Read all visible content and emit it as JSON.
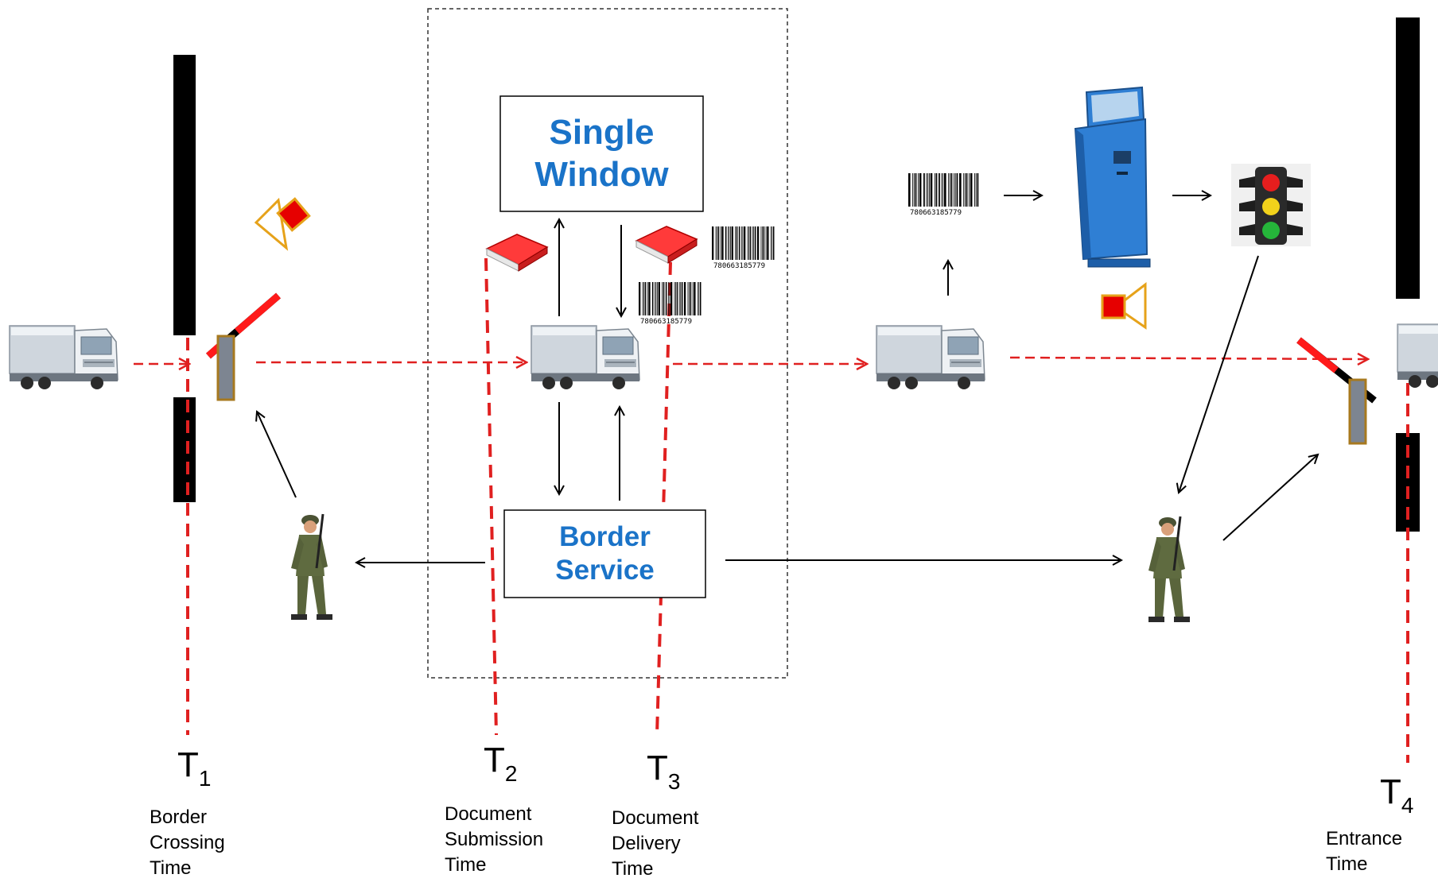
{
  "boxes": {
    "single_window": "Single\nWindow",
    "border_service": "Border\nService"
  },
  "times": [
    {
      "letter": "T",
      "sub": "1",
      "caption": "Border\nCrossing\nTime"
    },
    {
      "letter": "T",
      "sub": "2",
      "caption": "Document\nSubmission\nTime"
    },
    {
      "letter": "T",
      "sub": "3",
      "caption": "Document\nDelivery\nTime"
    },
    {
      "letter": "T",
      "sub": "4",
      "caption": "Entrance\nTime"
    }
  ],
  "barcode_text": "780663185779",
  "icons": [
    "truck-icon",
    "barrier-icon",
    "soldier-icon",
    "document-icon",
    "barcode-icon",
    "kiosk-icon",
    "traffic-light-icon",
    "horn-icon"
  ],
  "colors": {
    "accent_blue": "#1a73c8",
    "timeline_red": "#e02020",
    "barrier_red": "#ff1a1a",
    "kiosk_blue": "#2f7fd4"
  }
}
